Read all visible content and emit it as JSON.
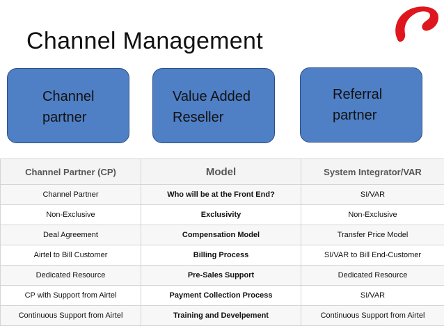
{
  "title": "Channel Management",
  "boxes": [
    {
      "label": "Channel\npartner"
    },
    {
      "label": "Value Added\nReseller"
    },
    {
      "label": "Referral\npartner"
    }
  ],
  "table": {
    "headers": [
      "Channel Partner (CP)",
      "Model",
      "System Integrator/VAR"
    ],
    "rows": [
      [
        "Channel Partner",
        "Who will be at the Front End?",
        "SI/VAR"
      ],
      [
        "Non-Exclusive",
        "Exclusivity",
        "Non-Exclusive"
      ],
      [
        "Deal Agreement",
        "Compensation Model",
        "Transfer Price Model"
      ],
      [
        "Airtel to Bill Customer",
        "Billing Process",
        "SI/VAR to Bill End-Customer"
      ],
      [
        "Dedicated Resource",
        "Pre-Sales Support",
        "Dedicated Resource"
      ],
      [
        "CP with Support from Airtel",
        "Payment Collection Process",
        "SI/VAR"
      ],
      [
        "Continuous Support from Airtel",
        "Training and Develpement",
        "Continuous Support from Airtel"
      ]
    ]
  },
  "colors": {
    "box_fill": "#4f7fc5",
    "logo_red": "#e0161e"
  },
  "icons": {
    "logo": "airtel-logo"
  }
}
